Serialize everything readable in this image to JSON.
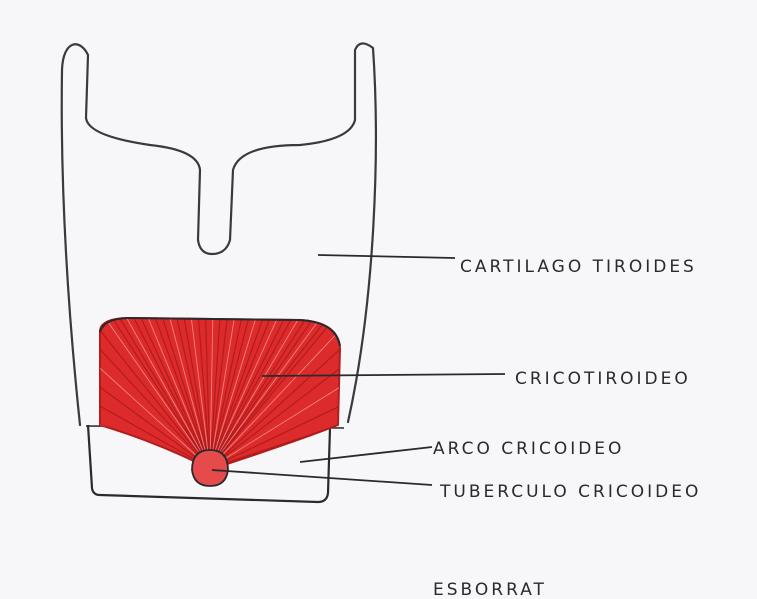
{
  "diagram": {
    "labels": {
      "thyroid_cartilage": "CARTILAGO TIROIDES",
      "cricothyroid": "CRICOTIROIDEO",
      "cricoid_arch": "ARCO CRICOIDEO",
      "cricoid_tubercle": "TUBERCULO CRICOIDEO"
    },
    "caption": "ESBORRAT",
    "colors": {
      "paper": "#f7f7f9",
      "ink": "#2a2a2e",
      "muscle": "#dd2b2b",
      "muscle_dark": "#a51818"
    }
  }
}
